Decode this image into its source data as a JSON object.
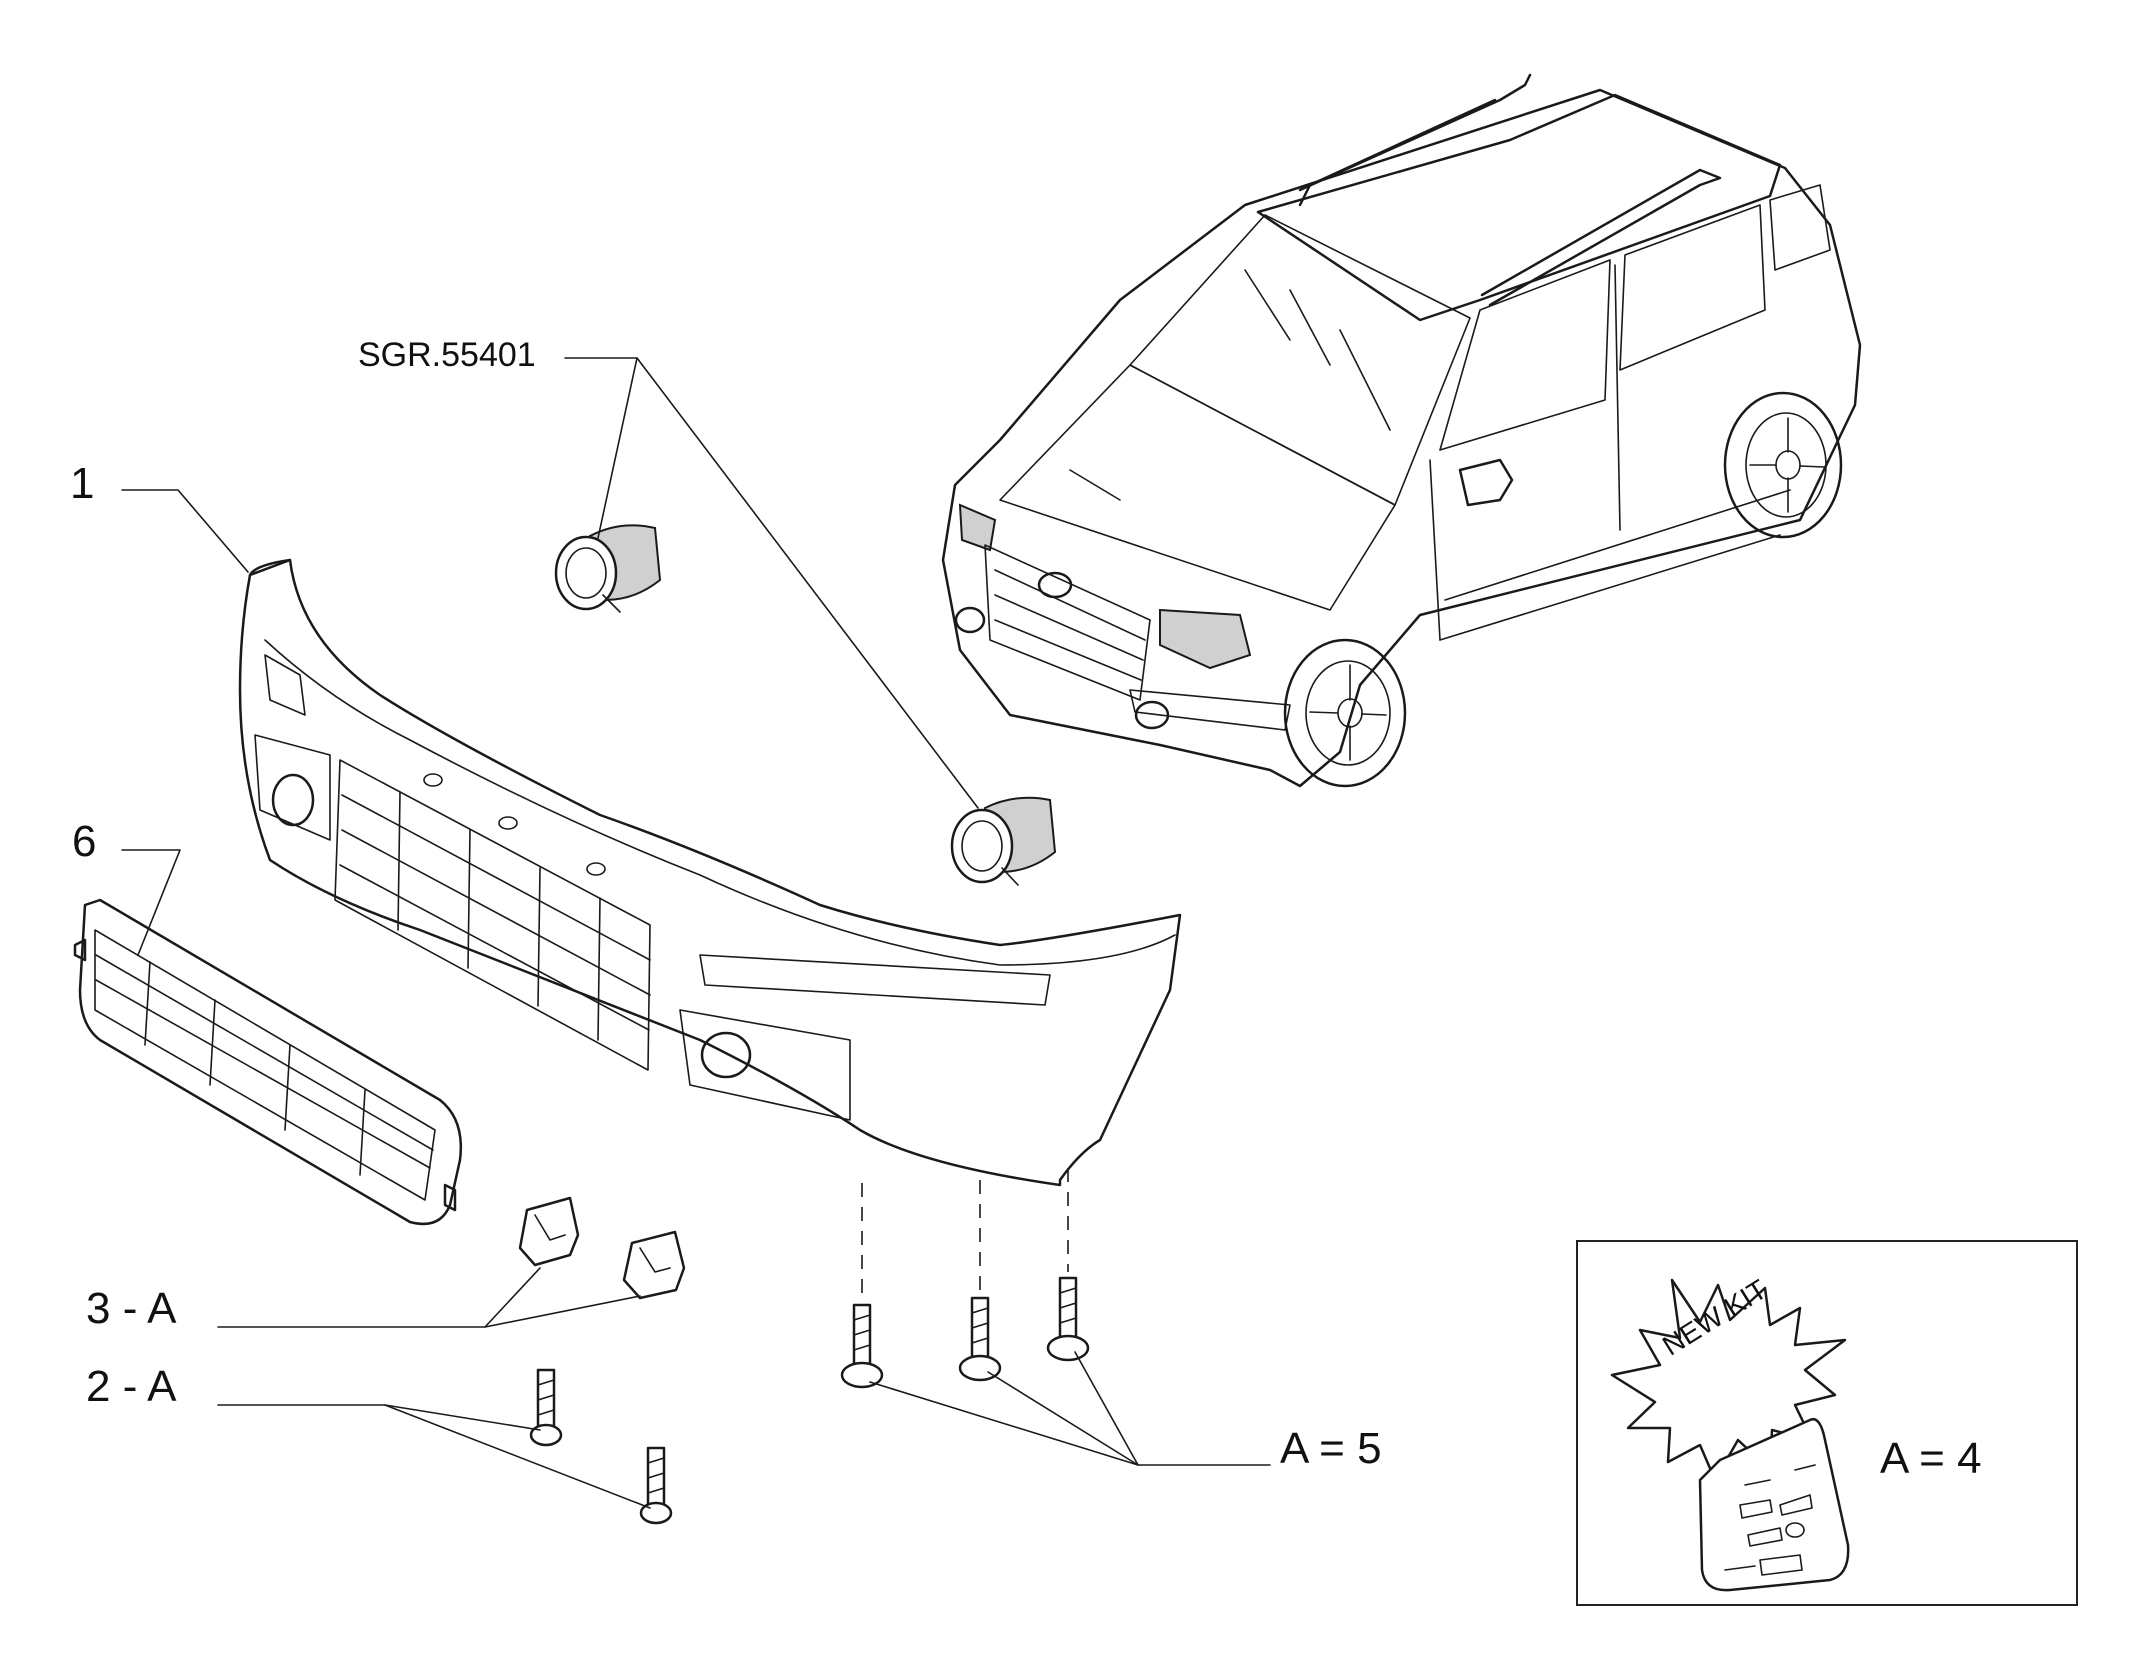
{
  "drawing": {
    "reference_label": "SGR.55401",
    "callouts": [
      {
        "id": "1",
        "text": "1"
      },
      {
        "id": "6",
        "text": "6"
      },
      {
        "id": "3a",
        "text": "3 - A"
      },
      {
        "id": "2a",
        "text": "2 - A"
      },
      {
        "id": "a5",
        "text": "A = 5"
      },
      {
        "id": "a4",
        "text": "A = 4"
      }
    ],
    "kit_badge": "NEW KIT"
  },
  "colors": {
    "line": "#1a1a1a",
    "background": "#ffffff",
    "shade": "#d9d9d9"
  }
}
